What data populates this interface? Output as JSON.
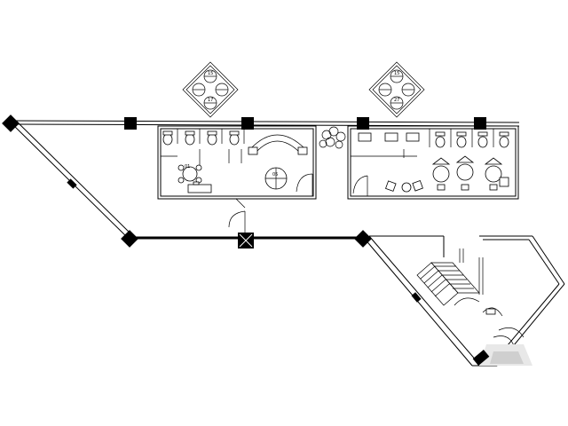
{
  "drawing": {
    "labels": {
      "tag_left_top": "15",
      "tag_left_bottom": "17",
      "tag_right_top": "15",
      "tag_right_bottom": "27",
      "room_tag_1": "01",
      "room_tag_2": "05"
    },
    "colors": {
      "line": "#000000",
      "background": "#ffffff"
    }
  }
}
